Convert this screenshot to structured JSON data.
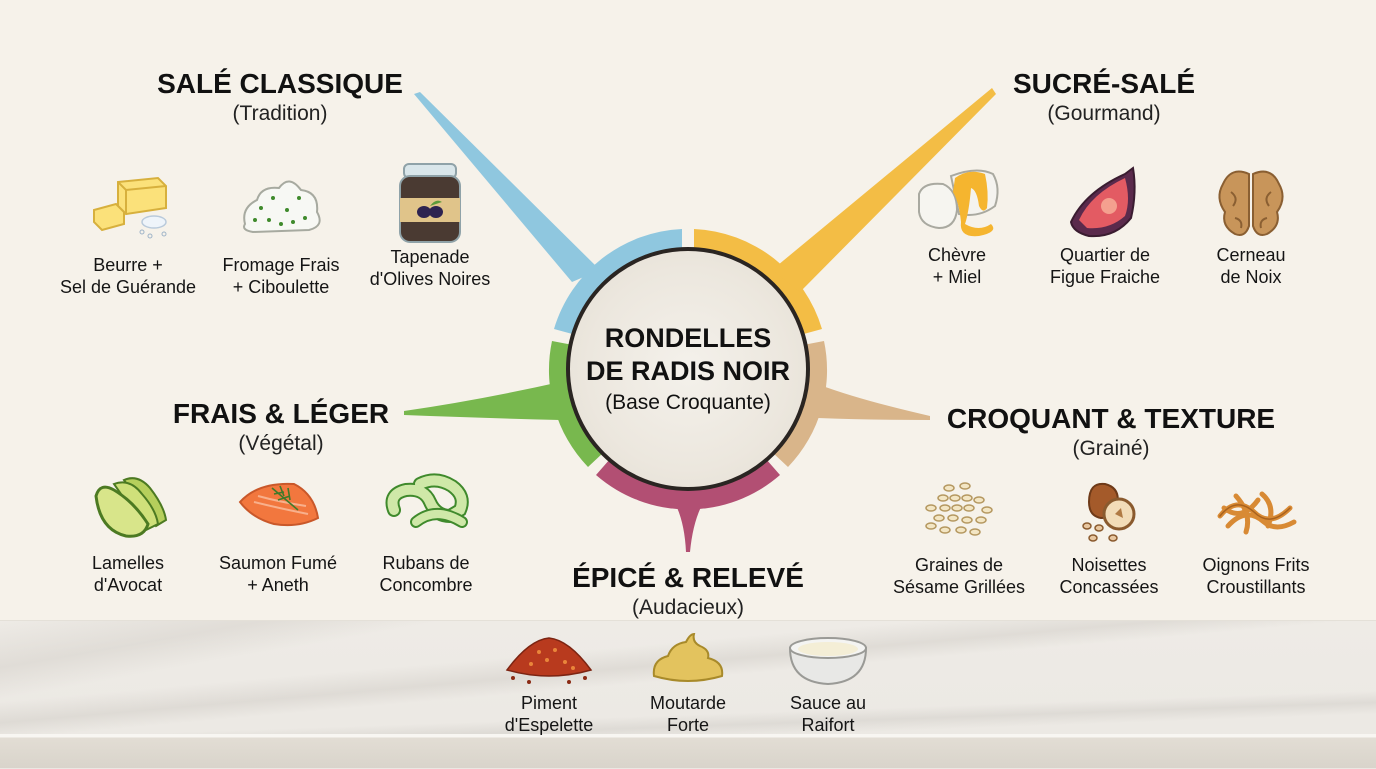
{
  "center": {
    "title_line1": "RONDELLES",
    "title_line2": "DE RADIS NOIR",
    "subtitle": "(Base Croquante)"
  },
  "colors": {
    "sale_classique": "#8fc7df",
    "sucre_sale": "#f3bd45",
    "frais_leger": "#78b84e",
    "croquant_texture": "#d9b58a",
    "epice_releve": "#b24f73",
    "background": "#f6f2ea"
  },
  "groups": {
    "sale_classique": {
      "title": "SALÉ CLASSIQUE",
      "subtitle": "(Tradition)",
      "items": [
        {
          "line1": "Beurre +",
          "line2": "Sel de Guérande",
          "icon": "butter-salt-icon"
        },
        {
          "line1": "Fromage Frais",
          "line2": "+ Ciboulette",
          "icon": "cream-cheese-chives-icon"
        },
        {
          "line1": "Tapenade",
          "line2": "d'Olives Noires",
          "icon": "tapenade-jar-icon"
        }
      ]
    },
    "sucre_sale": {
      "title": "SUCRÉ-SALÉ",
      "subtitle": "(Gourmand)",
      "items": [
        {
          "line1": "Chèvre",
          "line2": "+ Miel",
          "icon": "goat-cheese-honey-icon"
        },
        {
          "line1": "Quartier de",
          "line2": "Figue Fraiche",
          "icon": "fig-quarter-icon"
        },
        {
          "line1": "Cerneau",
          "line2": "de Noix",
          "icon": "walnut-icon"
        }
      ]
    },
    "frais_leger": {
      "title": "FRAIS & LÉGER",
      "subtitle": "(Végétal)",
      "items": [
        {
          "line1": "Lamelles",
          "line2": "d'Avocat",
          "icon": "avocado-slices-icon"
        },
        {
          "line1": "Saumon Fumé",
          "line2": "+ Aneth",
          "icon": "salmon-dill-icon"
        },
        {
          "line1": "Rubans de",
          "line2": "Concombre",
          "icon": "cucumber-ribbons-icon"
        }
      ]
    },
    "croquant_texture": {
      "title": "CROQUANT & TEXTURE",
      "subtitle": "(Grainé)",
      "items": [
        {
          "line1": "Graines de",
          "line2": "Sésame Grillées",
          "icon": "sesame-seeds-icon"
        },
        {
          "line1": "Noisettes",
          "line2": "Concassées",
          "icon": "hazelnuts-icon"
        },
        {
          "line1": "Oignons Frits",
          "line2": "Croustillants",
          "icon": "fried-onions-icon"
        }
      ]
    },
    "epice_releve": {
      "title": "ÉPICÉ & RELEVÉ",
      "subtitle": "(Audacieux)",
      "items": [
        {
          "line1": "Piment",
          "line2": "d'Espelette",
          "icon": "chili-powder-icon"
        },
        {
          "line1": "Moutarde",
          "line2": "Forte",
          "icon": "mustard-icon"
        },
        {
          "line1": "Sauce au",
          "line2": "Raifort",
          "icon": "horseradish-sauce-bowl-icon"
        }
      ]
    }
  }
}
